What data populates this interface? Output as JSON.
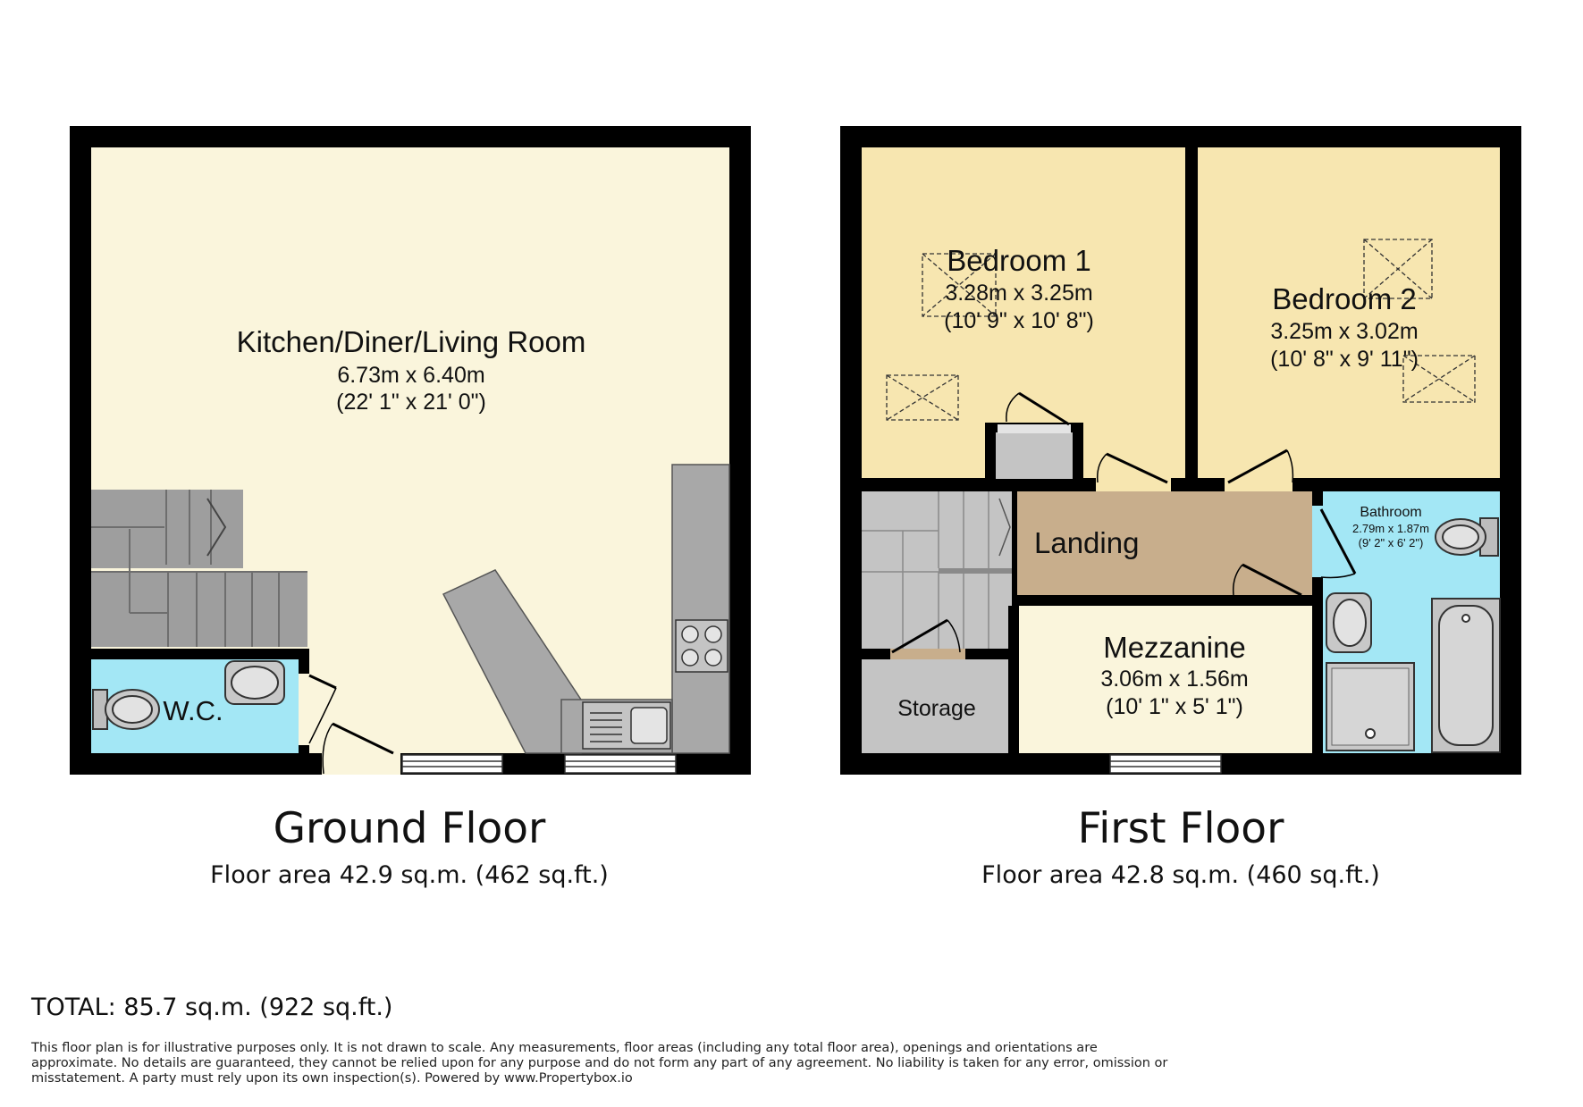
{
  "ground_floor": {
    "title": "Ground Floor",
    "area": "Floor area 42.9 sq.m. (462 sq.ft.)",
    "rooms": {
      "kitchen": {
        "name": "Kitchen/Diner/Living Room",
        "metric": "6.73m x 6.40m",
        "imperial": "(22' 1\" x 21' 0\")"
      },
      "wc": {
        "name": "W.C."
      }
    }
  },
  "first_floor": {
    "title": "First Floor",
    "area": "Floor area 42.8 sq.m. (460 sq.ft.)",
    "rooms": {
      "bedroom1": {
        "name": "Bedroom 1",
        "metric": "3.28m x 3.25m",
        "imperial": "(10' 9\" x 10' 8\")"
      },
      "bedroom2": {
        "name": "Bedroom 2",
        "metric": "3.25m x 3.02m",
        "imperial": "(10' 8\" x 9' 11\")"
      },
      "bathroom": {
        "name": "Bathroom",
        "metric": "2.79m x 1.87m",
        "imperial": "(9' 2\" x 6' 2\")"
      },
      "landing": {
        "name": "Landing"
      },
      "mezzanine": {
        "name": "Mezzanine",
        "metric": "3.06m x 1.56m",
        "imperial": "(10' 1\" x 5' 1\")"
      },
      "storage": {
        "name": "Storage"
      }
    }
  },
  "total": "TOTAL: 85.7 sq.m. (922 sq.ft.)",
  "disclaimer": "This floor plan is for illustrative purposes only. It is not drawn to scale. Any measurements, floor areas (including any total floor area), openings and orientations are approximate. No details are guaranteed, they cannot be relied upon for any purpose and do not form any part of any agreement. No liability is taken for any error, omission or misstatement. A party must rely upon its own inspection(s). Powered by www.Propertybox.io",
  "colors": {
    "wall": "#000000",
    "living_floor": "#faf5dc",
    "bedroom_floor": "#f7e6b0",
    "landing_floor": "#c8ae8c",
    "wet_room": "#a3e7f5",
    "fixture_grey": "#a8a8a8",
    "stairs_grey": "#9e9e9e"
  }
}
